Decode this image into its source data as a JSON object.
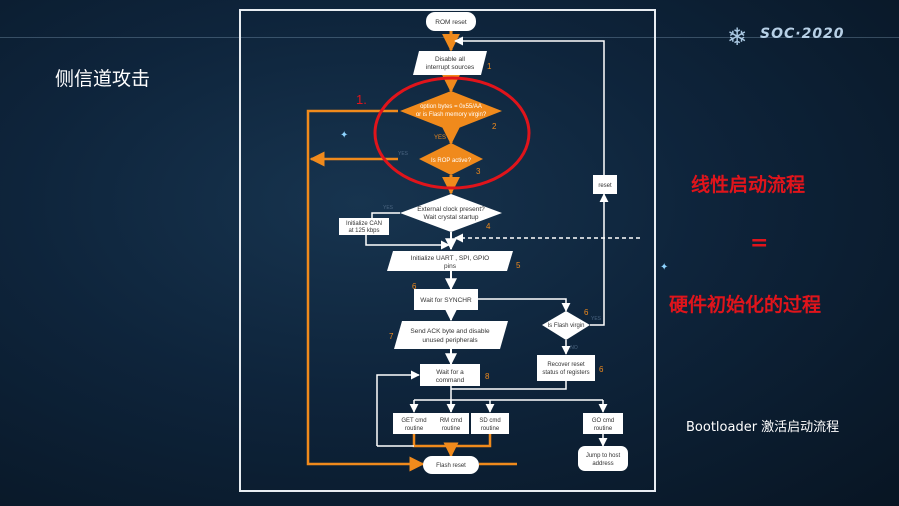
{
  "slide": {
    "title": "侧信道攻击",
    "logo_text": "SOC·2020",
    "logo_icon": "snowflake-icon",
    "right_text": {
      "line1": "线性启动流程",
      "equals": "=",
      "line2": "硬件初始化的过程",
      "color": "#e0141b"
    },
    "caption": "Bootloader 激活启动流程"
  },
  "flowchart": {
    "annotation_label": "1.",
    "nodes": {
      "rom_reset": "ROM reset",
      "disable_irq_l1": "Disable all",
      "disable_irq_l2": "interrupt sources",
      "option_bytes_l1": "option bytes = 0x55/AA",
      "option_bytes_l2": "or is Flash memory virgin?",
      "yes_label": "YES",
      "rop_active": "Is ROP active?",
      "ext_clock_l1": "External clock present?",
      "ext_clock_l2": "Wait crystal startup",
      "init_can_l1": "Initialize CAN",
      "init_can_l2": "at 125 kbps",
      "init_uart_l1": "Initialize UART , SPI, GPIO",
      "init_uart_l2": "pins",
      "wait_synchr": "Wait for SYNCHR",
      "is_flash_virgin": "Is Flash virgin",
      "send_ack_l1": "Send ACK byte and disable",
      "send_ack_l2": "unused peripherals",
      "recover_l1": "Recover reset",
      "recover_l2": "status of registers",
      "wait_cmd_l1": "Wait for a",
      "wait_cmd_l2": "command",
      "get_l1": "GET cmd",
      "get_l2": "routine",
      "rm_l1": "RM cmd",
      "rm_l2": "routine",
      "sd_l1": "SD cmd",
      "sd_l2": "routine",
      "go_l1": "GO cmd",
      "go_l2": "routine",
      "jump_l1": "Jump to host",
      "jump_l2": "address",
      "flash_reset": "Flash reset",
      "reset": "reset",
      "yes_faint": "YES",
      "no_faint": "NO"
    },
    "step_numbers": [
      "1",
      "2",
      "3",
      "4",
      "5",
      "6",
      "6",
      "7",
      "6",
      "8"
    ],
    "colors": {
      "box": "#ffffff",
      "decision": "#f08a1c",
      "arrow_main": "#f08a1c",
      "arrow_white": "#ffffff",
      "step_number": "#f08a1c",
      "highlight": "#e0141b"
    }
  }
}
